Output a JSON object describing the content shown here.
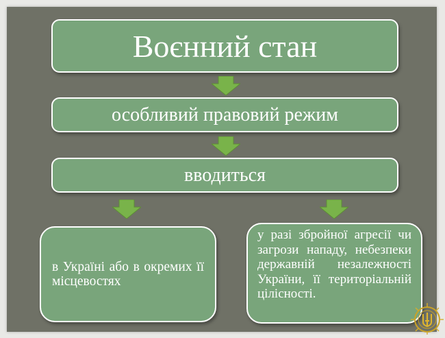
{
  "diagram": {
    "title": "Воєнний стан",
    "definition": "особливий правовий режим",
    "action": "вводиться",
    "where": "в Україні або в окремих її місцевостях",
    "when": "у разі збройної агресії чи загрози нападу, небезпеки державній незалежності України, її територіальній цілісності."
  },
  "colors": {
    "background": "#6f7166",
    "box_fill": "#79a57b",
    "box_border": "#ffffff",
    "arrow": "#79b34a",
    "text": "#ffffff"
  },
  "icons": [
    "arrow-down-icon",
    "trident-emblem-icon"
  ]
}
